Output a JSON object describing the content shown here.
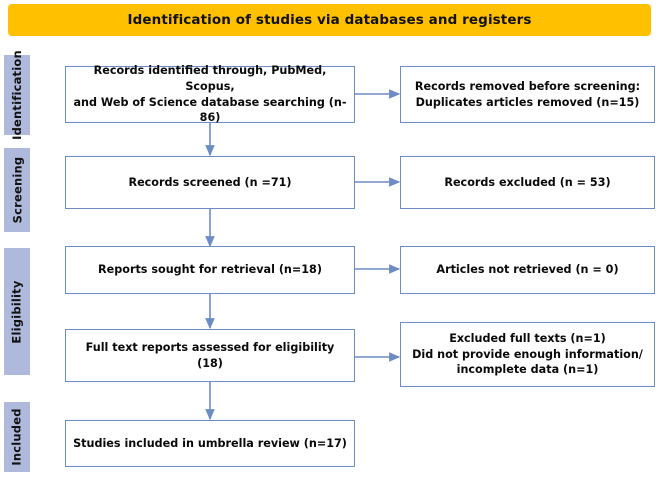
{
  "banner": {
    "title": "Identification of studies via databases and registers",
    "background_color": "#FFC000"
  },
  "theme": {
    "phase_block_color": "#AEB9DC",
    "box_border_color": "#6E8CC4",
    "connector_color": "#6E8CC4",
    "box_fill_color": "#FFFFFF",
    "text_color": "#111111"
  },
  "phases": [
    {
      "label": "Identification"
    },
    {
      "label": "Screening"
    },
    {
      "label": "Eligibility"
    },
    {
      "label": "Included"
    }
  ],
  "flow": {
    "main": [
      {
        "id": "identified",
        "text": "Records identified through, PubMed, Scopus,\nand Web of Science database searching (n-86)"
      },
      {
        "id": "screened",
        "text": "Records screened (n =71)"
      },
      {
        "id": "sought",
        "text": "Reports sought for retrieval (n=18)"
      },
      {
        "id": "assessed",
        "text": "Full text reports assessed for eligibility (18)"
      },
      {
        "id": "included",
        "text": "Studies included in umbrella review (n=17)"
      }
    ],
    "side": [
      {
        "id": "removed",
        "text": "Records removed before screening:\nDuplicates articles removed (n=15)"
      },
      {
        "id": "excluded",
        "text": "Records excluded (n = 53)"
      },
      {
        "id": "not-retrieved",
        "text": "Articles not retrieved (n = 0)"
      },
      {
        "id": "excluded-full",
        "text": "Excluded full texts (n=1)\nDid not provide enough information/\nincomplete data (n=1)"
      }
    ]
  }
}
